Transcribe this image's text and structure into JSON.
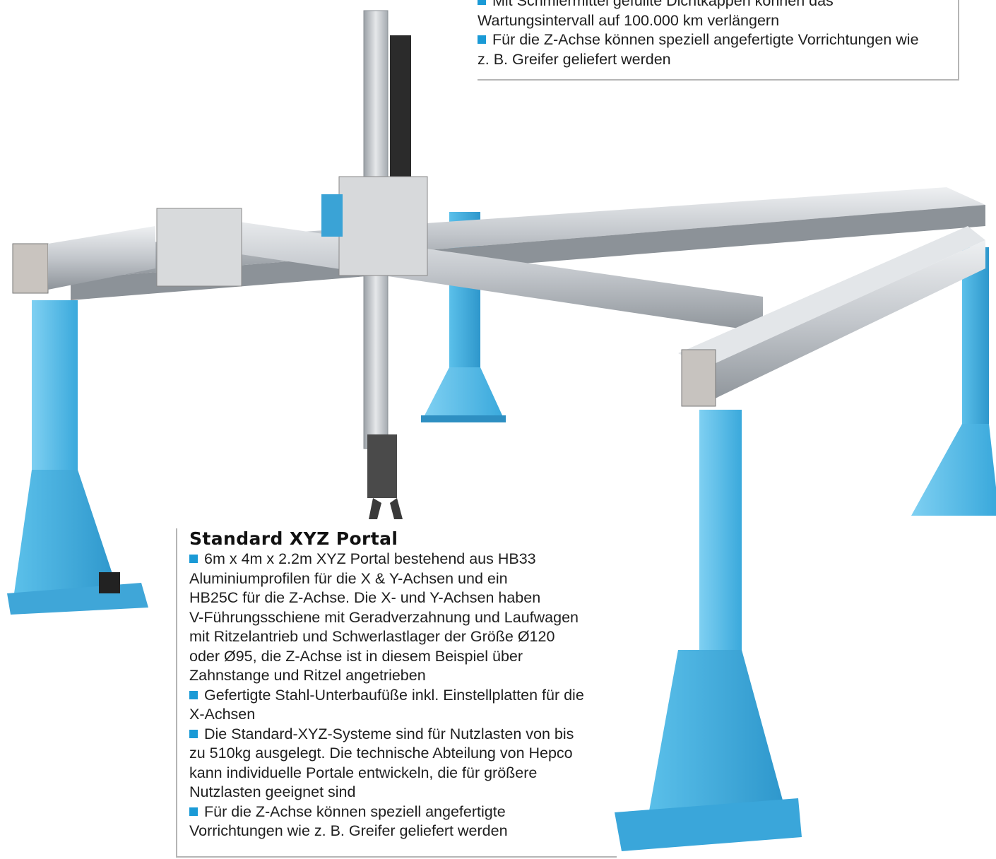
{
  "top_box": {
    "lines": [
      "Mit Schmiermittel gefüllte Dichtkappen können das",
      "Wartungsintervall auf 100.000 km verlängern",
      "Für die Z-Achse können speziell angefertigte Vorrichtungen wie",
      "z. B. Greifer geliefert werden"
    ]
  },
  "main_box": {
    "title": "Standard XYZ Portal",
    "lines": [
      "6m x 4m x 2.2m XYZ Portal bestehend aus HB33",
      "Aluminiumprofilen für die X & Y-Achsen und ein",
      "HB25C für die Z-Achse. Die X- und Y-Achsen haben",
      "V-Führungsschiene mit Geradverzahnung und Laufwagen",
      "mit Ritzelantrieb und Schwerlastlager der Größe Ø120",
      "oder Ø95, die Z-Achse ist in diesem Beispiel über",
      "Zahnstange und Ritzel angetrieben",
      "Gefertigte Stahl-Unterbaufüße inkl. Einstellplatten für die",
      "X-Achsen",
      "Die Standard-XYZ-Systeme sind für Nutzlasten von bis",
      "zu 510kg ausgelegt. Die technische Abteilung von Hepco",
      "kann individuelle Portale entwickeln, die für größere",
      "Nutzlasten geeignet sind",
      "Für die Z-Achse können speziell angefertigte",
      "Vorrichtungen wie z. B. Greifer geliefert werden"
    ]
  },
  "colors": {
    "bullet": "#1a9ad6",
    "leg_blue": "#4cb8e6",
    "aluminium": "#c9ccd0",
    "border": "#b5b5b5"
  }
}
